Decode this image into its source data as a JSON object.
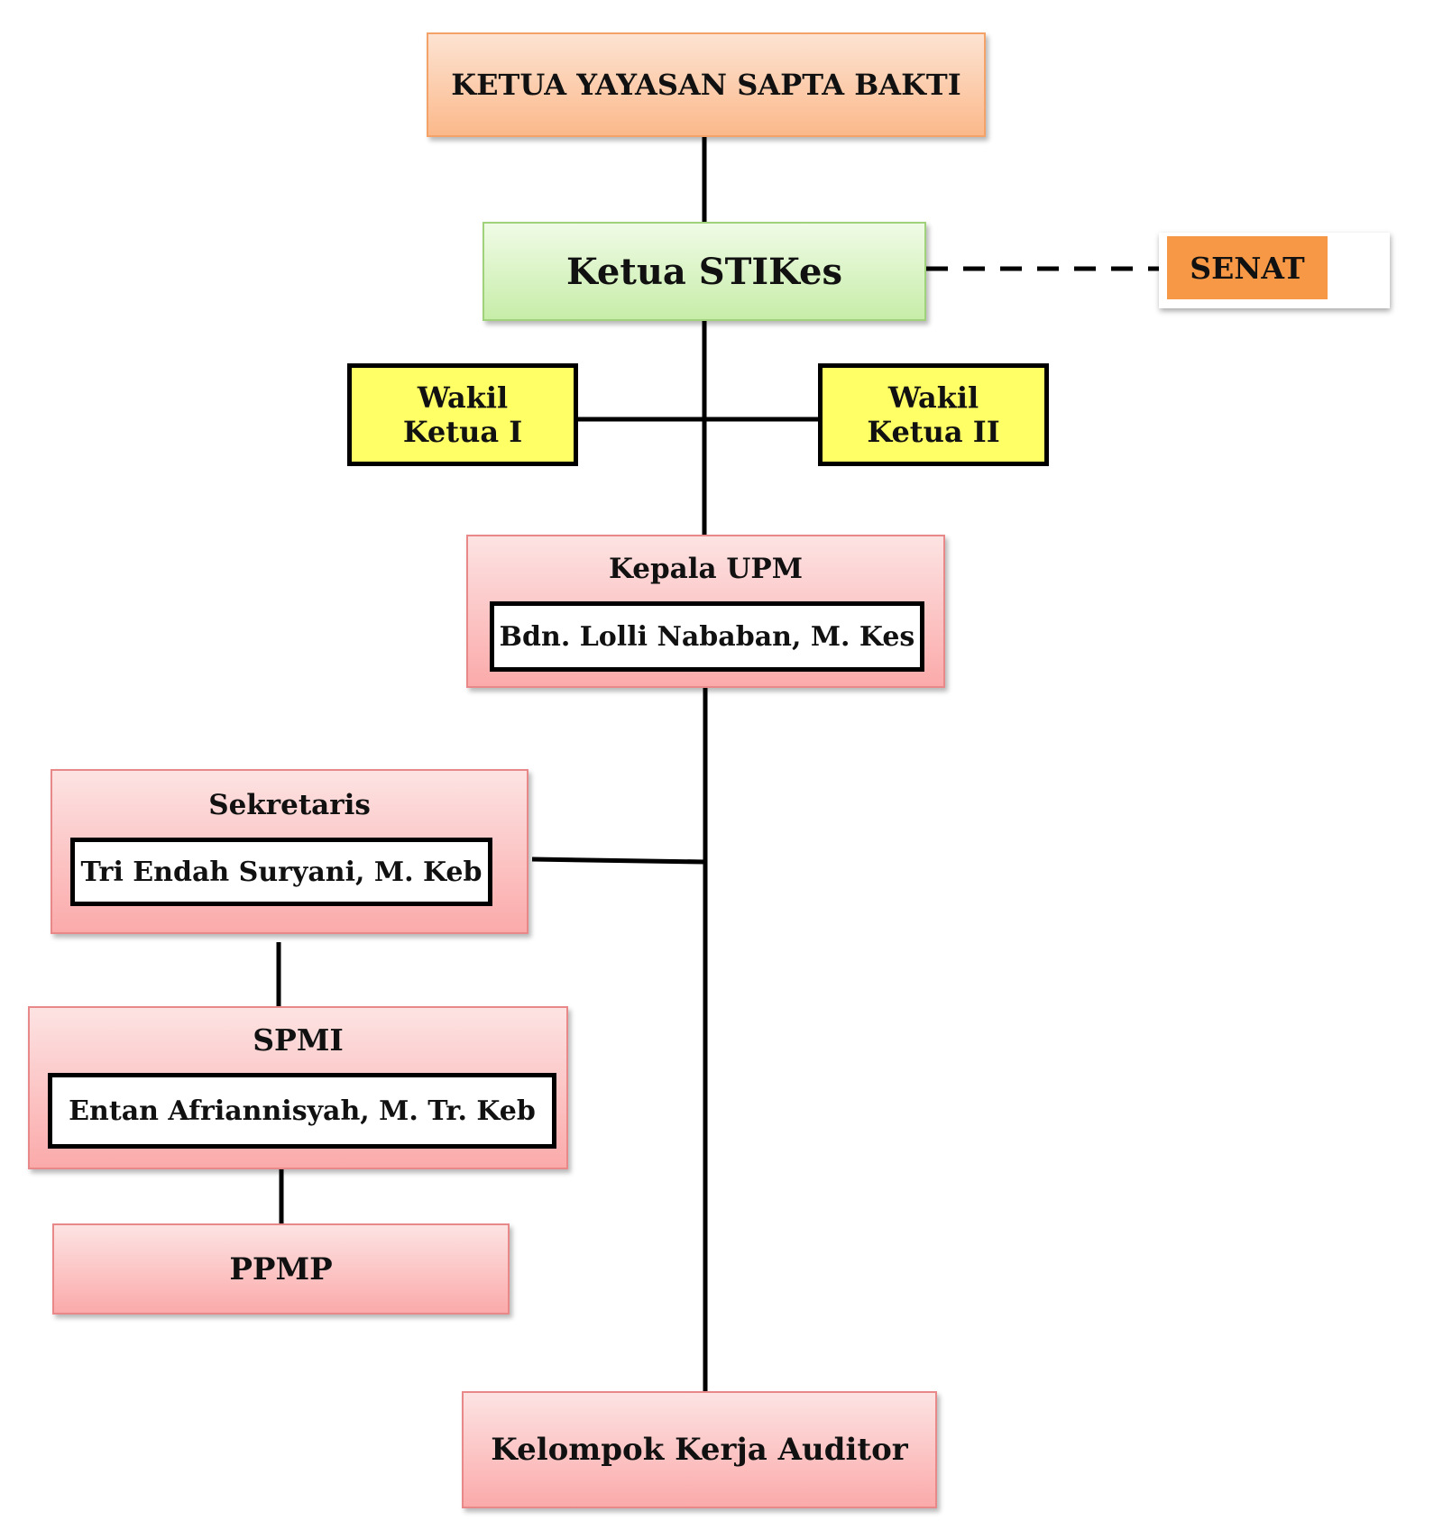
{
  "nodes": {
    "ketua_yayasan": "KETUA YAYASAN SAPTA BAKTI",
    "ketua_stikes": "Ketua STIKes",
    "senat": "SENAT",
    "wakil_1": {
      "line1": "Wakil",
      "line2": "Ketua I"
    },
    "wakil_2": {
      "line1": "Wakil",
      "line2": "Ketua II"
    },
    "kepala_upm": {
      "title": "Kepala UPM",
      "name": "Bdn. Lolli Nababan, M. Kes"
    },
    "sekretaris": {
      "title": "Sekretaris",
      "name": "Tri Endah Suryani, M. Keb"
    },
    "spmi": {
      "title": "SPMI",
      "name": "Entan Afriannisyah, M. Tr. Keb"
    },
    "ppmp": "PPMP",
    "auditor": "Kelompok Kerja Auditor"
  },
  "colors": {
    "ketua_yayasan": "#fbc8a4",
    "ketua_stikes": "#dbf5c6",
    "senat": "#f69846",
    "wakil": "#ffff66",
    "unit": "#fcc4c4",
    "line": "#000000"
  },
  "connectors": [
    {
      "from": "ketua_yayasan",
      "to": "ketua_stikes",
      "style": "solid"
    },
    {
      "from": "ketua_stikes",
      "to": "senat",
      "style": "dashed"
    },
    {
      "from": "ketua_stikes",
      "to": "wakil_1",
      "style": "solid"
    },
    {
      "from": "ketua_stikes",
      "to": "wakil_2",
      "style": "solid"
    },
    {
      "from": "ketua_stikes",
      "to": "kepala_upm",
      "style": "solid"
    },
    {
      "from": "kepala_upm",
      "to": "sekretaris",
      "style": "solid"
    },
    {
      "from": "sekretaris",
      "to": "spmi",
      "style": "solid"
    },
    {
      "from": "spmi",
      "to": "ppmp",
      "style": "solid"
    },
    {
      "from": "kepala_upm",
      "to": "auditor",
      "style": "solid"
    }
  ]
}
